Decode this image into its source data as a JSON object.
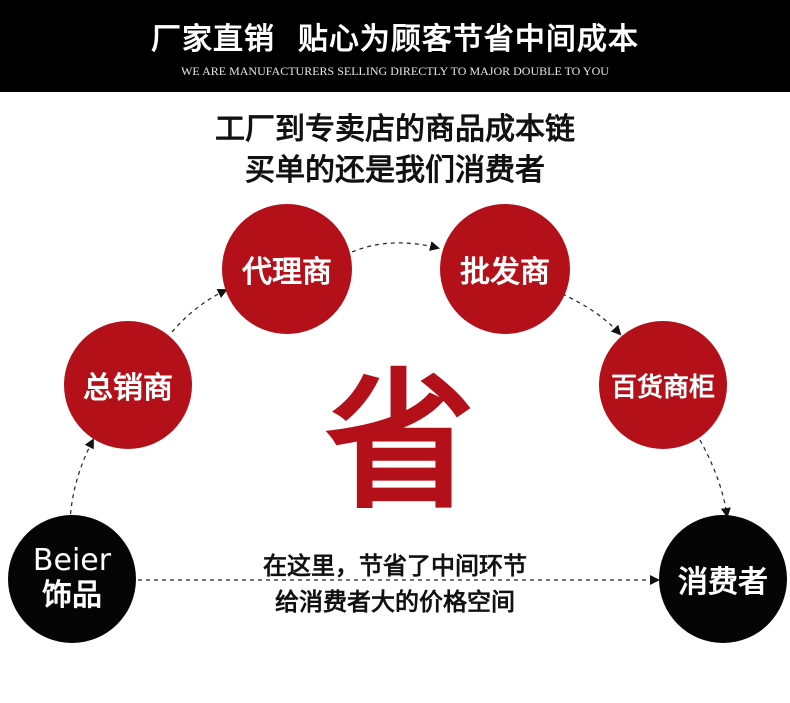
{
  "banner": {
    "title": "厂家直销  贴心为顾客节省中间成本",
    "subtitle": "WE ARE MANUFACTURERS SELLING DIRECTLY TO MAJOR DOUBLE TO YOU",
    "background": "#000000"
  },
  "headline": {
    "line1": "工厂到专卖店的商品成本链",
    "line2": "买单的还是我们消费者"
  },
  "chain": {
    "start": {
      "brand": "Beier",
      "label": "饰品"
    },
    "general_distributor": "总销商",
    "agent": "代理商",
    "wholesaler": "批发商",
    "department_store_counter": "百货商柜",
    "consumer": "消费者"
  },
  "center": {
    "big_char": "省",
    "note_line1": "在这里，节省了中间环节",
    "note_line2": "给消费者大的价格空间"
  },
  "colors": {
    "accent_red": "#b3101a",
    "black": "#050505",
    "white": "#ffffff"
  }
}
